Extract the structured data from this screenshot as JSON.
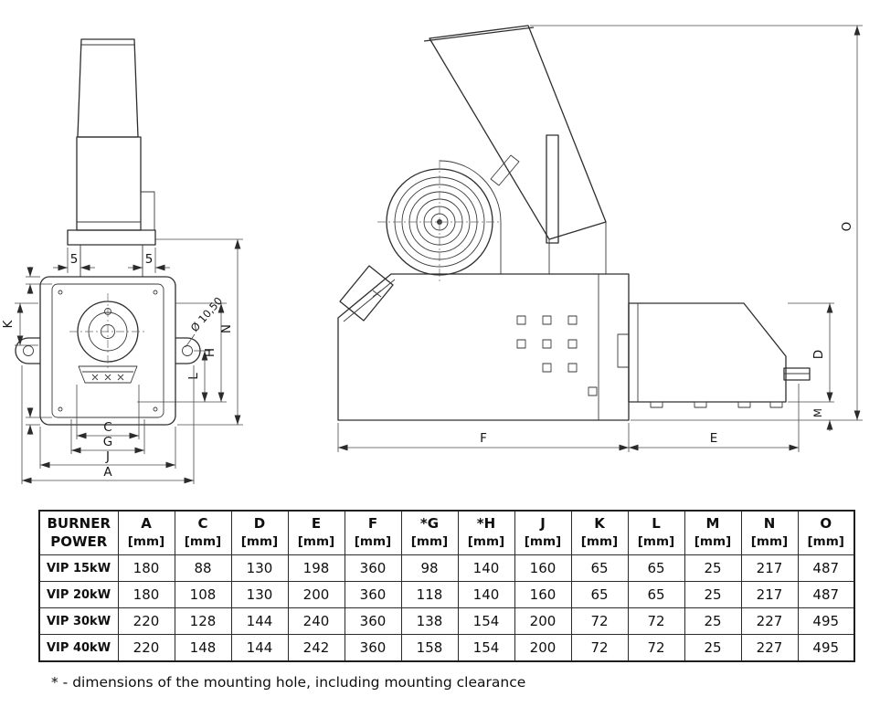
{
  "drawing": {
    "front_view": {
      "labels": {
        "offset_left": "5",
        "offset_right": "5",
        "K": "K",
        "L": "L",
        "H": "H",
        "N": "N",
        "hole_diameter": "Ø 10,50",
        "C": "C",
        "G": "G",
        "J": "J",
        "A": "A"
      }
    },
    "side_view": {
      "labels": {
        "O": "O",
        "D": "D",
        "M": "M",
        "F": "F",
        "E": "E"
      }
    }
  },
  "table": {
    "power_header_line1": "BURNER",
    "power_header_line2": "POWER",
    "unit": "[mm]",
    "columns": [
      "A",
      "C",
      "D",
      "E",
      "F",
      "*G",
      "*H",
      "J",
      "K",
      "L",
      "M",
      "N",
      "O"
    ],
    "rows": [
      {
        "model": "VIP 15kW",
        "values": [
          "180",
          "88",
          "130",
          "198",
          "360",
          "98",
          "140",
          "160",
          "65",
          "65",
          "25",
          "217",
          "487"
        ]
      },
      {
        "model": "VIP 20kW",
        "values": [
          "180",
          "108",
          "130",
          "200",
          "360",
          "118",
          "140",
          "160",
          "65",
          "65",
          "25",
          "217",
          "487"
        ]
      },
      {
        "model": "VIP 30kW",
        "values": [
          "220",
          "128",
          "144",
          "240",
          "360",
          "138",
          "154",
          "200",
          "72",
          "72",
          "25",
          "227",
          "495"
        ]
      },
      {
        "model": "VIP 40kW",
        "values": [
          "220",
          "148",
          "144",
          "242",
          "360",
          "158",
          "154",
          "200",
          "72",
          "72",
          "25",
          "227",
          "495"
        ]
      }
    ]
  },
  "footnote": "* - dimensions of the mounting hole, including mounting clearance"
}
